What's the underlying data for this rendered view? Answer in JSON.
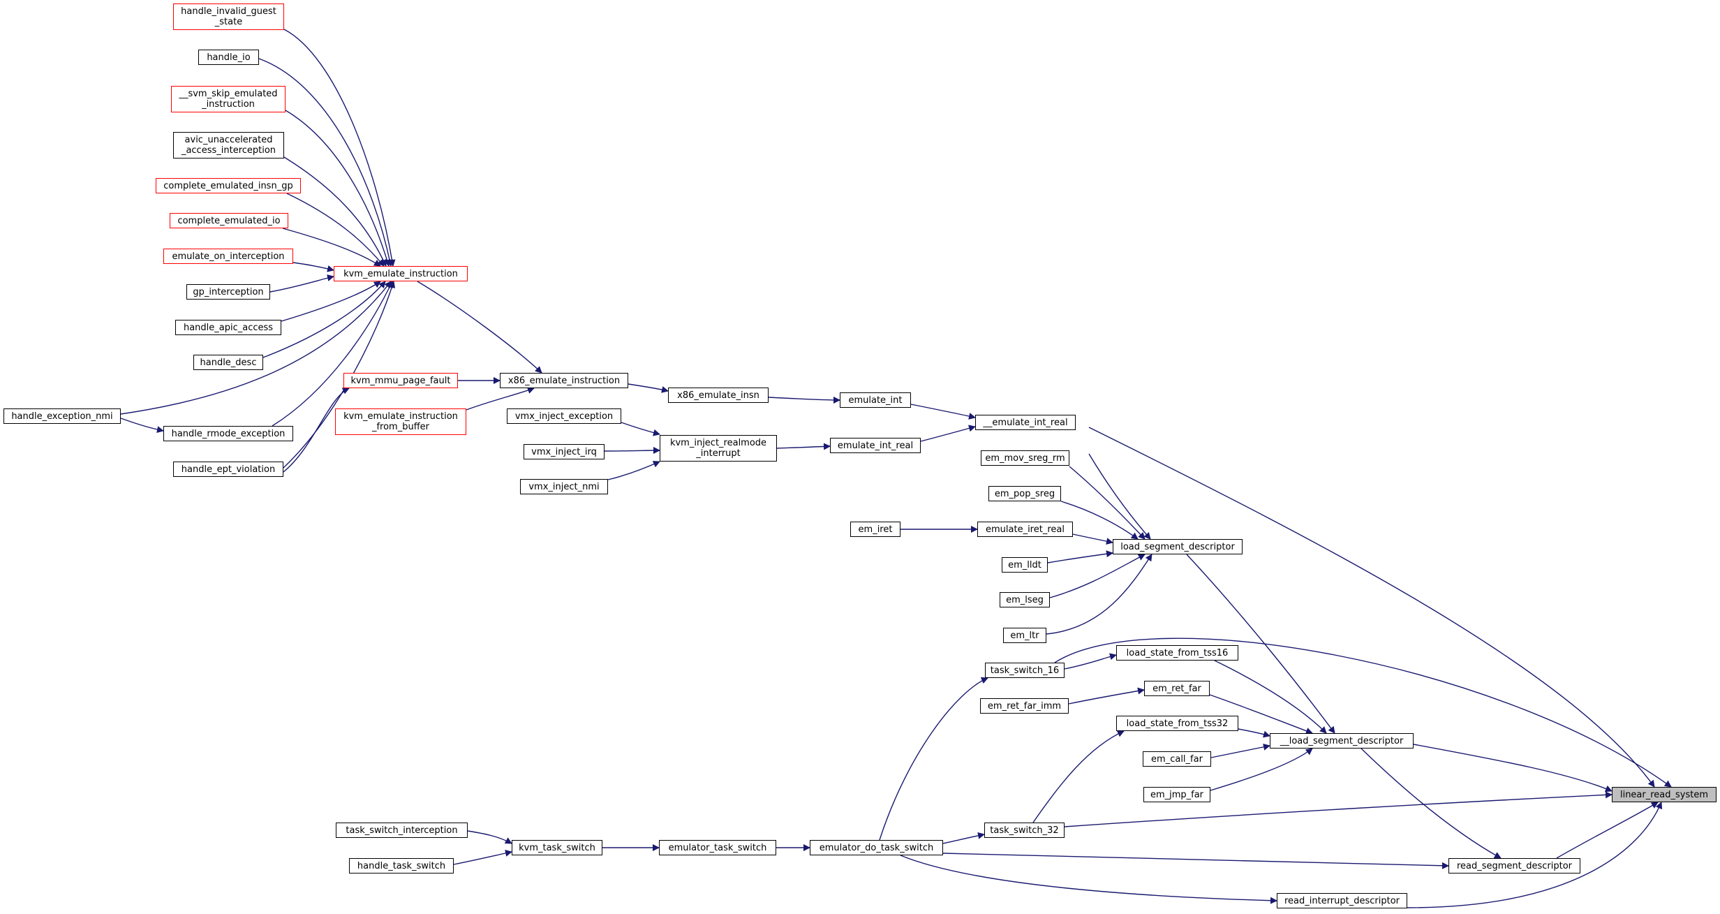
{
  "title": "linear_read_system",
  "colors": {
    "edge": "#191970",
    "node_border": "#000000",
    "incomplete_border": "#ff0000",
    "current_fill": "#bfbfbf"
  },
  "nodes": {
    "handle_invalid_guest_state": {
      "lines": [
        "handle_invalid_guest",
        "_state"
      ],
      "style": "red"
    },
    "handle_io": {
      "lines": [
        "handle_io"
      ],
      "style": "normal"
    },
    "svm_skip_emulated_instruction": {
      "lines": [
        "__svm_skip_emulated",
        "_instruction"
      ],
      "style": "red"
    },
    "avic_unaccelerated_access_interception": {
      "lines": [
        "avic_unaccelerated",
        "_access_interception"
      ],
      "style": "normal"
    },
    "complete_emulated_insn_gp": {
      "lines": [
        "complete_emulated_insn_gp"
      ],
      "style": "red"
    },
    "complete_emulated_io": {
      "lines": [
        "complete_emulated_io"
      ],
      "style": "red"
    },
    "emulate_on_interception": {
      "lines": [
        "emulate_on_interception"
      ],
      "style": "red"
    },
    "gp_interception": {
      "lines": [
        "gp_interception"
      ],
      "style": "normal"
    },
    "handle_apic_access": {
      "lines": [
        "handle_apic_access"
      ],
      "style": "normal"
    },
    "handle_desc": {
      "lines": [
        "handle_desc"
      ],
      "style": "normal"
    },
    "handle_exception_nmi": {
      "lines": [
        "handle_exception_nmi"
      ],
      "style": "normal"
    },
    "handle_rmode_exception": {
      "lines": [
        "handle_rmode_exception"
      ],
      "style": "normal"
    },
    "handle_ept_violation": {
      "lines": [
        "handle_ept_violation"
      ],
      "style": "normal"
    },
    "kvm_emulate_instruction": {
      "lines": [
        "kvm_emulate_instruction"
      ],
      "style": "red"
    },
    "kvm_mmu_page_fault": {
      "lines": [
        "kvm_mmu_page_fault"
      ],
      "style": "red"
    },
    "kvm_emulate_instruction_from_buffer": {
      "lines": [
        "kvm_emulate_instruction",
        "_from_buffer"
      ],
      "style": "red"
    },
    "x86_emulate_instruction": {
      "lines": [
        "x86_emulate_instruction"
      ],
      "style": "normal"
    },
    "vmx_inject_exception": {
      "lines": [
        "vmx_inject_exception"
      ],
      "style": "normal"
    },
    "vmx_inject_irq": {
      "lines": [
        "vmx_inject_irq"
      ],
      "style": "normal"
    },
    "vmx_inject_nmi": {
      "lines": [
        "vmx_inject_nmi"
      ],
      "style": "normal"
    },
    "kvm_inject_realmode_interrupt": {
      "lines": [
        "kvm_inject_realmode",
        "_interrupt"
      ],
      "style": "normal"
    },
    "x86_emulate_insn": {
      "lines": [
        "x86_emulate_insn"
      ],
      "style": "normal"
    },
    "emulate_int": {
      "lines": [
        "emulate_int"
      ],
      "style": "normal"
    },
    "emulate_int_real": {
      "lines": [
        "emulate_int_real"
      ],
      "style": "normal"
    },
    "__emulate_int_real": {
      "lines": [
        "__emulate_int_real"
      ],
      "style": "normal"
    },
    "em_mov_sreg_rm": {
      "lines": [
        "em_mov_sreg_rm"
      ],
      "style": "normal"
    },
    "em_pop_sreg": {
      "lines": [
        "em_pop_sreg"
      ],
      "style": "normal"
    },
    "em_iret": {
      "lines": [
        "em_iret"
      ],
      "style": "normal"
    },
    "emulate_iret_real": {
      "lines": [
        "emulate_iret_real"
      ],
      "style": "normal"
    },
    "em_lldt": {
      "lines": [
        "em_lldt"
      ],
      "style": "normal"
    },
    "em_lseg": {
      "lines": [
        "em_lseg"
      ],
      "style": "normal"
    },
    "em_ltr": {
      "lines": [
        "em_ltr"
      ],
      "style": "normal"
    },
    "load_segment_descriptor": {
      "lines": [
        "load_segment_descriptor"
      ],
      "style": "normal"
    },
    "task_switch_16": {
      "lines": [
        "task_switch_16"
      ],
      "style": "normal"
    },
    "load_state_from_tss16": {
      "lines": [
        "load_state_from_tss16"
      ],
      "style": "normal"
    },
    "em_ret_far_imm": {
      "lines": [
        "em_ret_far_imm"
      ],
      "style": "normal"
    },
    "em_ret_far": {
      "lines": [
        "em_ret_far"
      ],
      "style": "normal"
    },
    "load_state_from_tss32": {
      "lines": [
        "load_state_from_tss32"
      ],
      "style": "normal"
    },
    "em_call_far": {
      "lines": [
        "em_call_far"
      ],
      "style": "normal"
    },
    "em_jmp_far": {
      "lines": [
        "em_jmp_far"
      ],
      "style": "normal"
    },
    "__load_segment_descriptor": {
      "lines": [
        "__load_segment_descriptor"
      ],
      "style": "normal"
    },
    "task_switch_interception": {
      "lines": [
        "task_switch_interception"
      ],
      "style": "normal"
    },
    "handle_task_switch": {
      "lines": [
        "handle_task_switch"
      ],
      "style": "normal"
    },
    "kvm_task_switch": {
      "lines": [
        "kvm_task_switch"
      ],
      "style": "normal"
    },
    "emulator_task_switch": {
      "lines": [
        "emulator_task_switch"
      ],
      "style": "normal"
    },
    "emulator_do_task_switch": {
      "lines": [
        "emulator_do_task_switch"
      ],
      "style": "normal"
    },
    "task_switch_32": {
      "lines": [
        "task_switch_32"
      ],
      "style": "normal"
    },
    "read_segment_descriptor": {
      "lines": [
        "read_segment_descriptor"
      ],
      "style": "normal"
    },
    "read_interrupt_descriptor": {
      "lines": [
        "read_interrupt_descriptor"
      ],
      "style": "normal"
    },
    "linear_read_system": {
      "lines": [
        "linear_read_system"
      ],
      "style": "current"
    }
  },
  "edges": [
    [
      "handle_invalid_guest_state",
      "kvm_emulate_instruction"
    ],
    [
      "handle_io",
      "kvm_emulate_instruction"
    ],
    [
      "svm_skip_emulated_instruction",
      "kvm_emulate_instruction"
    ],
    [
      "avic_unaccelerated_access_interception",
      "kvm_emulate_instruction"
    ],
    [
      "complete_emulated_insn_gp",
      "kvm_emulate_instruction"
    ],
    [
      "complete_emulated_io",
      "kvm_emulate_instruction"
    ],
    [
      "emulate_on_interception",
      "kvm_emulate_instruction"
    ],
    [
      "gp_interception",
      "kvm_emulate_instruction"
    ],
    [
      "handle_apic_access",
      "kvm_emulate_instruction"
    ],
    [
      "handle_desc",
      "kvm_emulate_instruction"
    ],
    [
      "handle_exception_nmi",
      "kvm_emulate_instruction"
    ],
    [
      "handle_rmode_exception",
      "kvm_emulate_instruction"
    ],
    [
      "handle_ept_violation",
      "kvm_emulate_instruction"
    ],
    [
      "handle_exception_nmi",
      "handle_rmode_exception"
    ],
    [
      "handle_ept_violation",
      "kvm_mmu_page_fault"
    ],
    [
      "kvm_emulate_instruction",
      "x86_emulate_instruction"
    ],
    [
      "kvm_mmu_page_fault",
      "x86_emulate_instruction"
    ],
    [
      "kvm_emulate_instruction_from_buffer",
      "x86_emulate_instruction"
    ],
    [
      "x86_emulate_instruction",
      "x86_emulate_insn"
    ],
    [
      "x86_emulate_insn",
      "emulate_int"
    ],
    [
      "vmx_inject_exception",
      "kvm_inject_realmode_interrupt"
    ],
    [
      "vmx_inject_irq",
      "kvm_inject_realmode_interrupt"
    ],
    [
      "vmx_inject_nmi",
      "kvm_inject_realmode_interrupt"
    ],
    [
      "kvm_inject_realmode_interrupt",
      "emulate_int_real"
    ],
    [
      "emulate_int",
      "__emulate_int_real"
    ],
    [
      "emulate_int_real",
      "__emulate_int_real"
    ],
    [
      "__emulate_int_real",
      "load_segment_descriptor"
    ],
    [
      "em_mov_sreg_rm",
      "load_segment_descriptor"
    ],
    [
      "em_pop_sreg",
      "load_segment_descriptor"
    ],
    [
      "em_iret",
      "emulate_iret_real"
    ],
    [
      "emulate_iret_real",
      "load_segment_descriptor"
    ],
    [
      "em_lldt",
      "load_segment_descriptor"
    ],
    [
      "em_lseg",
      "load_segment_descriptor"
    ],
    [
      "em_ltr",
      "load_segment_descriptor"
    ],
    [
      "__emulate_int_real",
      "linear_read_system"
    ],
    [
      "load_segment_descriptor",
      "__load_segment_descriptor"
    ],
    [
      "task_switch_16",
      "load_state_from_tss16"
    ],
    [
      "task_switch_16",
      "linear_read_system"
    ],
    [
      "load_state_from_tss16",
      "__load_segment_descriptor"
    ],
    [
      "em_ret_far_imm",
      "em_ret_far"
    ],
    [
      "em_ret_far",
      "__load_segment_descriptor"
    ],
    [
      "load_state_from_tss32",
      "__load_segment_descriptor"
    ],
    [
      "em_call_far",
      "__load_segment_descriptor"
    ],
    [
      "em_jmp_far",
      "__load_segment_descriptor"
    ],
    [
      "__load_segment_descriptor",
      "linear_read_system"
    ],
    [
      "__load_segment_descriptor",
      "read_segment_descriptor"
    ],
    [
      "task_switch_interception",
      "kvm_task_switch"
    ],
    [
      "handle_task_switch",
      "kvm_task_switch"
    ],
    [
      "kvm_task_switch",
      "emulator_task_switch"
    ],
    [
      "emulator_task_switch",
      "emulator_do_task_switch"
    ],
    [
      "emulator_do_task_switch",
      "task_switch_16"
    ],
    [
      "emulator_do_task_switch",
      "task_switch_32"
    ],
    [
      "task_switch_32",
      "load_state_from_tss32"
    ],
    [
      "task_switch_32",
      "linear_read_system"
    ],
    [
      "emulator_do_task_switch",
      "read_segment_descriptor"
    ],
    [
      "emulator_do_task_switch",
      "read_interrupt_descriptor"
    ],
    [
      "read_segment_descriptor",
      "linear_read_system"
    ],
    [
      "read_interrupt_descriptor",
      "linear_read_system"
    ]
  ]
}
